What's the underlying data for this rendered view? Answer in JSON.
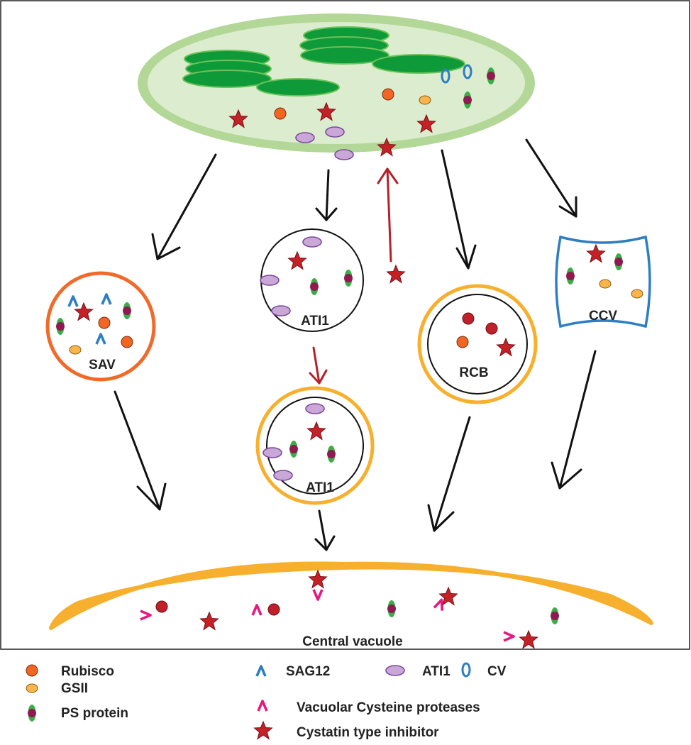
{
  "labels": {
    "sav": "SAV",
    "ati1_top": "ATI1",
    "ati1_bottom": "ATI1",
    "rcb": "RCB",
    "ccv": "CCV",
    "central_vacuole": "Central vacuole"
  },
  "legend": {
    "rubisco": "Rubisco",
    "gsii": "GSII",
    "ps_protein": "PS protein",
    "sag12": "SAG12",
    "ati1": "ATI1",
    "cv": "CV",
    "vacuolar_proteases": "Vacuolar Cysteine proteases",
    "cystatin": "Cystatin type inhibitor"
  },
  "colors": {
    "chloroplast_fill": "#dcedcf",
    "chloroplast_ring": "#b2d796",
    "thylakoid": "#0e9a38",
    "thylakoid_stroke": "#6cc25a",
    "rubisco": "#f26522",
    "gsii": "#f9b44b",
    "ps_green": "#3aad47",
    "ps_core": "#8e1a4f",
    "sag12": "#2e7ec2",
    "ati1_fill": "#c9a8d8",
    "ati1_stroke": "#7e4a9c",
    "cv": "#2e7ec2",
    "protease": "#e5197f",
    "cystatin": "#c42127",
    "sav_ring": "#f06a2b",
    "ati1_ring": "#f7b02e",
    "rcb_ring": "#f7b02e",
    "ccv_ring": "#2e7ec2",
    "vacuole": "#f7b02e",
    "arrow": "#111111",
    "arrow_red": "#b5202a",
    "rcb_dot": "#c0202a"
  }
}
